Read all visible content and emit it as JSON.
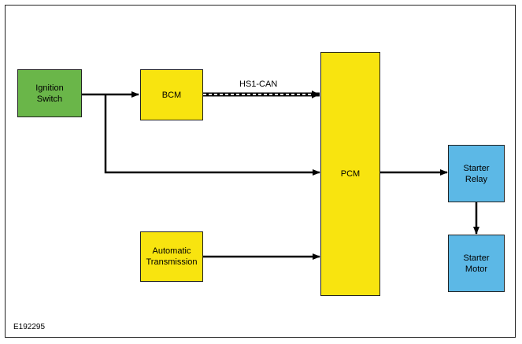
{
  "diagram": {
    "nodes": {
      "ignition_switch": {
        "label": "Ignition\nSwitch",
        "color": "#6ab649"
      },
      "bcm": {
        "label": "BCM",
        "color": "#f8e40f"
      },
      "automatic_transmission": {
        "label": "Automatic\nTransmission",
        "color": "#f8e40f"
      },
      "pcm": {
        "label": "PCM",
        "color": "#f8e40f"
      },
      "starter_relay": {
        "label": "Starter\nRelay",
        "color": "#5cb8e6"
      },
      "starter_motor": {
        "label": "Starter\nMotor",
        "color": "#5cb8e6"
      }
    },
    "edges": [
      {
        "from": "Ignition Switch",
        "to": "BCM",
        "style": "solid"
      },
      {
        "from": "BCM",
        "to": "PCM",
        "style": "dashed",
        "label": "HS1-CAN"
      },
      {
        "from": "Ignition Switch",
        "to": "PCM",
        "style": "solid"
      },
      {
        "from": "Automatic Transmission",
        "to": "PCM",
        "style": "solid"
      },
      {
        "from": "PCM",
        "to": "Starter Relay",
        "style": "solid"
      },
      {
        "from": "Starter Relay",
        "to": "Starter Motor",
        "style": "solid"
      }
    ],
    "can_label": "HS1-CAN",
    "figure_id": "E192295"
  }
}
